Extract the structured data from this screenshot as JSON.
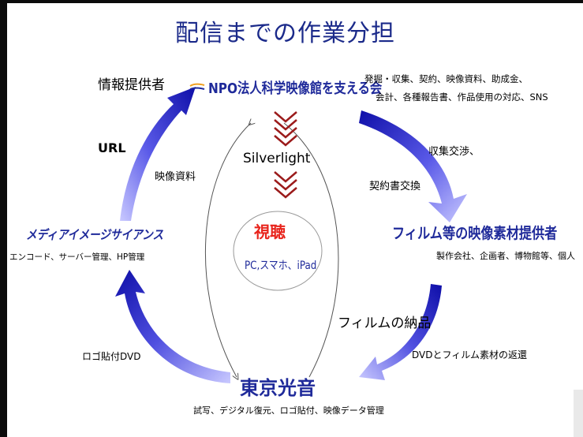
{
  "title": "配信までの作業分担",
  "nodes": {
    "npo": {
      "label": "NPO法人科学映像館を支える会",
      "role": "情報提供者",
      "tasks_line1": "発掘・収集、契約、映像資料、助成金、",
      "tasks_line2": "会計、各種報告書、作品使用の対応、SNS"
    },
    "film_provider": {
      "label": "フィルム等の映像素材提供者",
      "sub": "製作会社、企画者、博物館等、個人"
    },
    "tokyo_koon": {
      "label": "東京光音",
      "sub": "試写、デジタル復元、ロゴ貼付、映像データ管理"
    },
    "media_science": {
      "label": "メディアイメージサイアンス",
      "sub": "エンコード、サーバー管理、HP管理"
    },
    "viewing": {
      "label": "視聴",
      "devices": "PC,スマホ、iPad"
    }
  },
  "flows": {
    "npo_to_provider_1": "収集交渉、",
    "npo_to_provider_2": "契約書交換",
    "provider_to_tokyo": "フィルムの納品",
    "tokyo_to_provider": "DVDとフィルム素材の返還",
    "tokyo_to_media": "ロゴ貼付DVD",
    "media_to_npo": "URL",
    "npo_to_media": "映像資料",
    "delivery_platform": "Silverlight"
  },
  "colors": {
    "title": "#1b2a8a",
    "node_text": "#1f2a9a",
    "viewing": "#e8231b",
    "chevron": "#9b1b1b",
    "arrow_dark": "#1b1bb0",
    "arrow_light": "#b8b8ff"
  }
}
